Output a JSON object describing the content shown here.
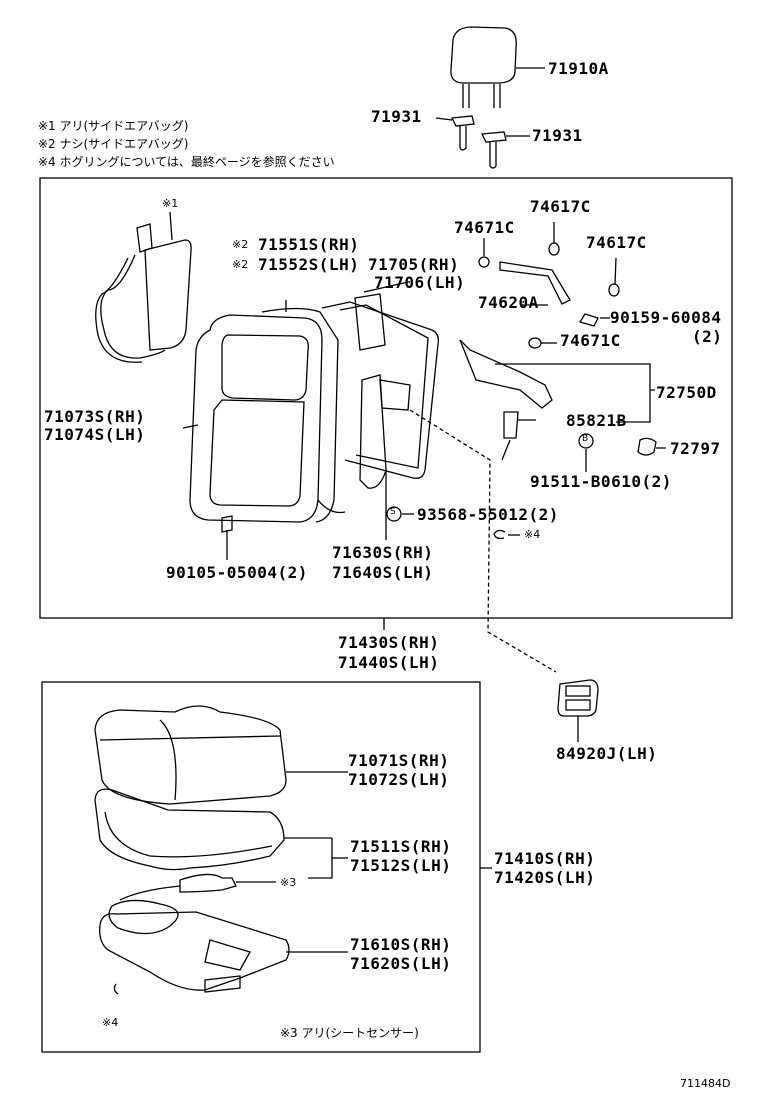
{
  "notes": [
    "※1 アリ(サイドエアバッグ)",
    "※2 ナシ(サイドエアバッグ)",
    "※4 ホグリングについては、最終ページを参照ください"
  ],
  "parts": {
    "headrest": "71910A",
    "headrest_support_left": "71931",
    "headrest_support_right": "71931",
    "mark_1": "※1",
    "cover_rh_mark": "※2",
    "cover_rh": "71551S(RH)",
    "cover_lh_mark": "※2",
    "cover_lh": "71552S(LH)",
    "frame_rh": "71705(RH)",
    "frame_lh": "71706(LH)",
    "p74671c_top": "74671C",
    "p74617c_top": "74617C",
    "p74617c_mid": "74617C",
    "p74620a": "74620A",
    "p90159": "90159-60084",
    "p90159_qty": "(2)",
    "p74671c_mid": "74671C",
    "p72750d": "72750D",
    "p85821b": "85821B",
    "p72797": "72797",
    "p91511": "91511-B0610(2)",
    "back_pad_rh": "71073S(RH)",
    "back_pad_lh": "71074S(LH)",
    "p93568": "93568-55012(2)",
    "mark_4_back": "※4",
    "spring_rh": "71630S(RH)",
    "spring_lh": "71640S(LH)",
    "p90105": "90105-05004(2)",
    "back_assy_rh": "71430S(RH)",
    "back_assy_lh": "71440S(LH)",
    "switch": "84920J(LH)",
    "cushion_cover_rh": "71071S(RH)",
    "cushion_cover_lh": "71072S(LH)",
    "cushion_pad_rh": "71511S(RH)",
    "cushion_pad_lh": "71512S(LH)",
    "mark_3": "※3",
    "cushion_assy_rh": "71410S(RH)",
    "cushion_assy_lh": "71420S(LH)",
    "cushion_frame_rh": "71610S(RH)",
    "cushion_frame_lh": "71620S(LH)",
    "mark_4_cushion": "※4",
    "note_3": "※3 アリ(シートセンサー)",
    "figure_id": "711484D"
  },
  "circle_symbols": {
    "s_mark": "S",
    "b_mark": "B"
  }
}
